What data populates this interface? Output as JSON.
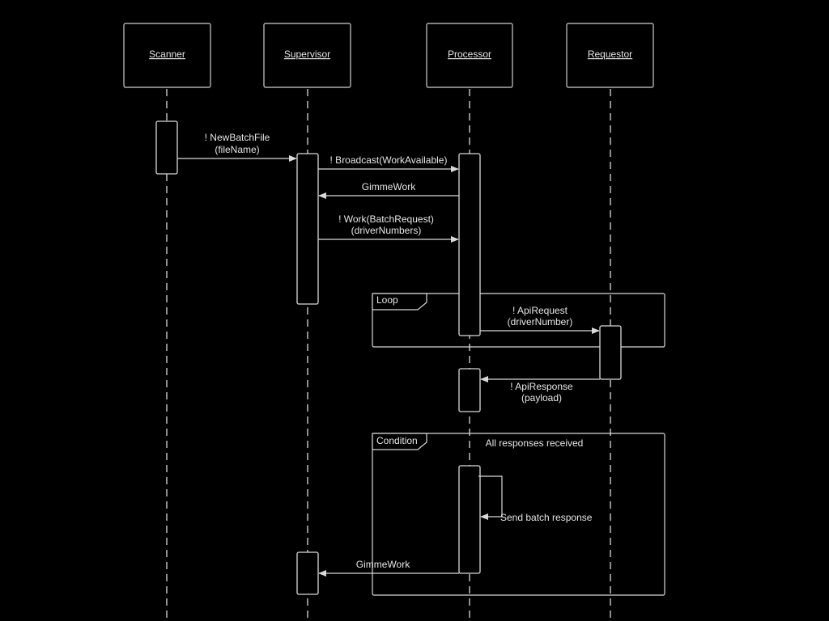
{
  "participants": [
    {
      "label": "Scanner"
    },
    {
      "label": "Supervisor"
    },
    {
      "label": "Processor"
    },
    {
      "label": "Requestor"
    }
  ],
  "messages": {
    "new_batch_file": {
      "line1": "! NewBatchFile",
      "line2": "(fileName)"
    },
    "broadcast": {
      "line1": "! Broadcast(WorkAvailable)"
    },
    "gimme_work_1": {
      "line1": "GimmeWork"
    },
    "work": {
      "line1": "! Work(BatchRequest)",
      "line2": "(driverNumbers)"
    },
    "api_request": {
      "line1": "! ApiRequest",
      "line2": "(driverNumber)"
    },
    "api_response": {
      "line1": "! ApiResponse",
      "line2": "(payload)"
    },
    "send_batch_response": {
      "line1": "Send batch response"
    },
    "gimme_work_2": {
      "line1": "GimmeWork"
    }
  },
  "frames": {
    "loop": {
      "label": "Loop"
    },
    "condition": {
      "label": "Condition",
      "guard": "All responses received"
    }
  },
  "colors": {
    "background": "#000000",
    "stroke": "#d9d9d9",
    "text": "#e6e6e6"
  }
}
